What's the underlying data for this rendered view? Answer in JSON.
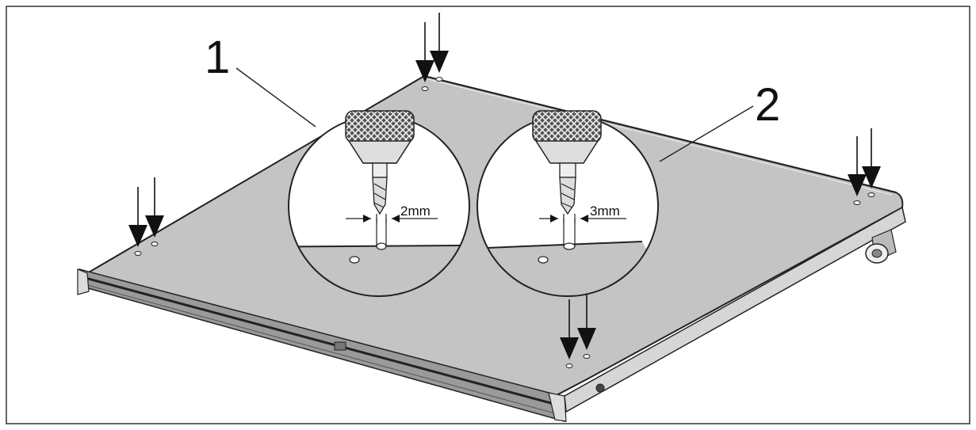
{
  "callouts": [
    {
      "number": "1"
    },
    {
      "number": "2"
    }
  ],
  "details": [
    {
      "dimension": "2mm"
    },
    {
      "dimension": "3mm"
    }
  ],
  "colors": {
    "panel": "#c4c4c4",
    "panel_front": "#9a9a9a",
    "line": "#222222",
    "arrow": "#111111"
  }
}
